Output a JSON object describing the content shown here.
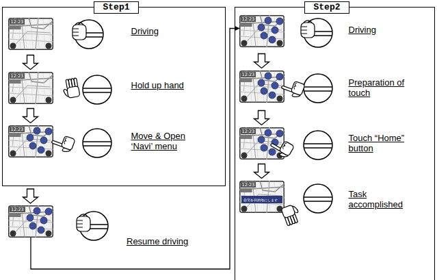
{
  "diagram": {
    "nodes": [
      {
        "text": [
          "Step1"
        ]
      },
      {
        "text": [
          "Driving"
        ],
        "in": 0
      },
      {
        "text": [
          "Hold up hand"
        ],
        "in": 0
      },
      {
        "text": [
          "Move & Open ‘Navi’ menu"
        ],
        "in": 0
      },
      {
        "text": [
          "Resume driving"
        ]
      },
      {
        "text": [
          "Step2"
        ]
      },
      {
        "text": [
          "Driving"
        ],
        "in": 5
      },
      {
        "text": [
          "Preparation of touch"
        ],
        "in": 5
      },
      {
        "text": [
          "Touch “Home” button"
        ],
        "in": 5
      },
      {
        "text": [
          "Task accomplished"
        ],
        "in": 5
      }
    ],
    "edges": [
      {
        "from": 1,
        "to": 2,
        "arrow": "to"
      },
      {
        "from": 2,
        "to": 3,
        "arrow": "to"
      },
      {
        "from": 3,
        "to": 4,
        "arrow": "to"
      },
      {
        "from": 4,
        "to": 6,
        "arrow": "to"
      },
      {
        "from": 6,
        "to": 7,
        "arrow": "to"
      },
      {
        "from": 7,
        "to": 8,
        "arrow": "to"
      },
      {
        "from": 8,
        "to": 9,
        "arrow": "to"
      }
    ],
    "labels": [
      "12:23",
      "12:23",
      "12:23",
      "12:23",
      "12:23",
      "12:23",
      "12:23",
      "12:23",
      "自宅を目的地にします"
    ]
  }
}
